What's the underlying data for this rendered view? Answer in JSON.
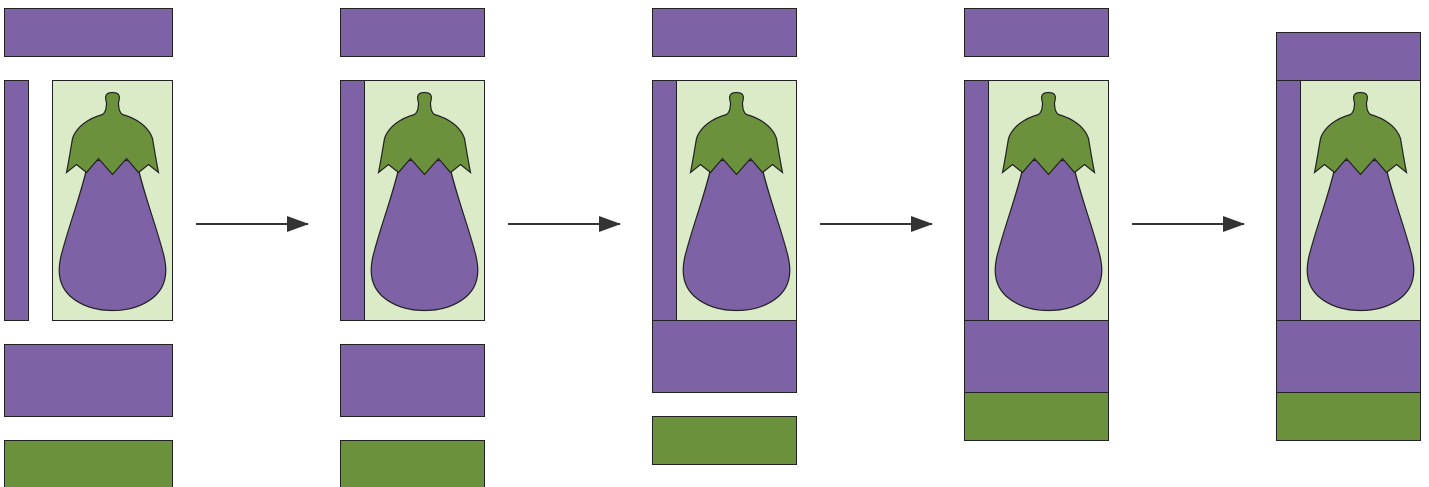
{
  "diagram": {
    "kind": "quilt-block-assembly-steps",
    "step_count": 5,
    "arrow_count": 4,
    "colors": {
      "purple": "#7d62a6",
      "green": "#6b913c",
      "light_green": "#dbeac7",
      "outline": "#222222",
      "arrow": "#333333",
      "background": "#ffffff"
    },
    "icons": [
      "eggplant-icon",
      "arrow-right-icon"
    ]
  }
}
